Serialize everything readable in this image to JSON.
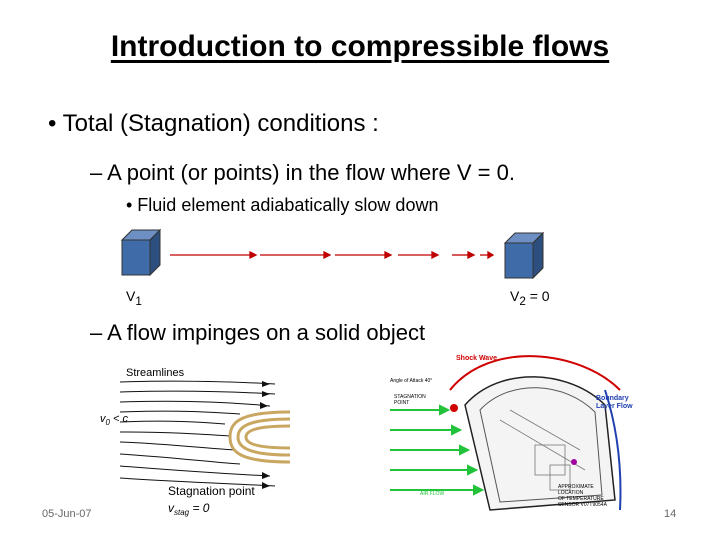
{
  "slide": {
    "title": "Introduction to compressible flows",
    "bullet1": "• Total (Stagnation) conditions :",
    "bullet2": "– A point (or points) in the flow where V = 0.",
    "bullet3": "• Fluid element adiabatically slow down",
    "bullet4": "– A flow impinges on a solid object",
    "v1": "V",
    "v1_sub": "1",
    "v2": "V",
    "v2_sub": "2",
    "v2_value": " = 0",
    "date": "05-Jun-07",
    "page": "14"
  },
  "left_diagram": {
    "streamlines": "Streamlines",
    "v_label": "v",
    "v_sub": "0",
    "v_rel": " < c",
    "stag_point": "Stagnation point",
    "v_stag": "v",
    "v_stag_sub": "stag",
    "v_stag_val": " = 0"
  },
  "right_diagram": {
    "shock_wave": "Shock Wave",
    "angle_of_attack": "Angle of Attack 40°",
    "stag_point_1": "STAGNATION",
    "stag_point_2": "POINT",
    "boundary_1": "Boundary",
    "boundary_2": "Layer Flow",
    "air_flow": "AIR FLOW",
    "approx_1": "APPROXIMATE",
    "approx_2": "LOCATION",
    "approx_3": "OF TEMPERATURE",
    "approx_4": "SENSOR V07T9054A"
  },
  "colors": {
    "cube_front": "#3f6ca8",
    "cube_top": "#6d8fc4",
    "cube_side": "#2c4f80",
    "arrow_red": "#c00000",
    "flow_green": "#22c23a",
    "shock_red": "#d00000",
    "boundary_blue": "#2040b0"
  }
}
